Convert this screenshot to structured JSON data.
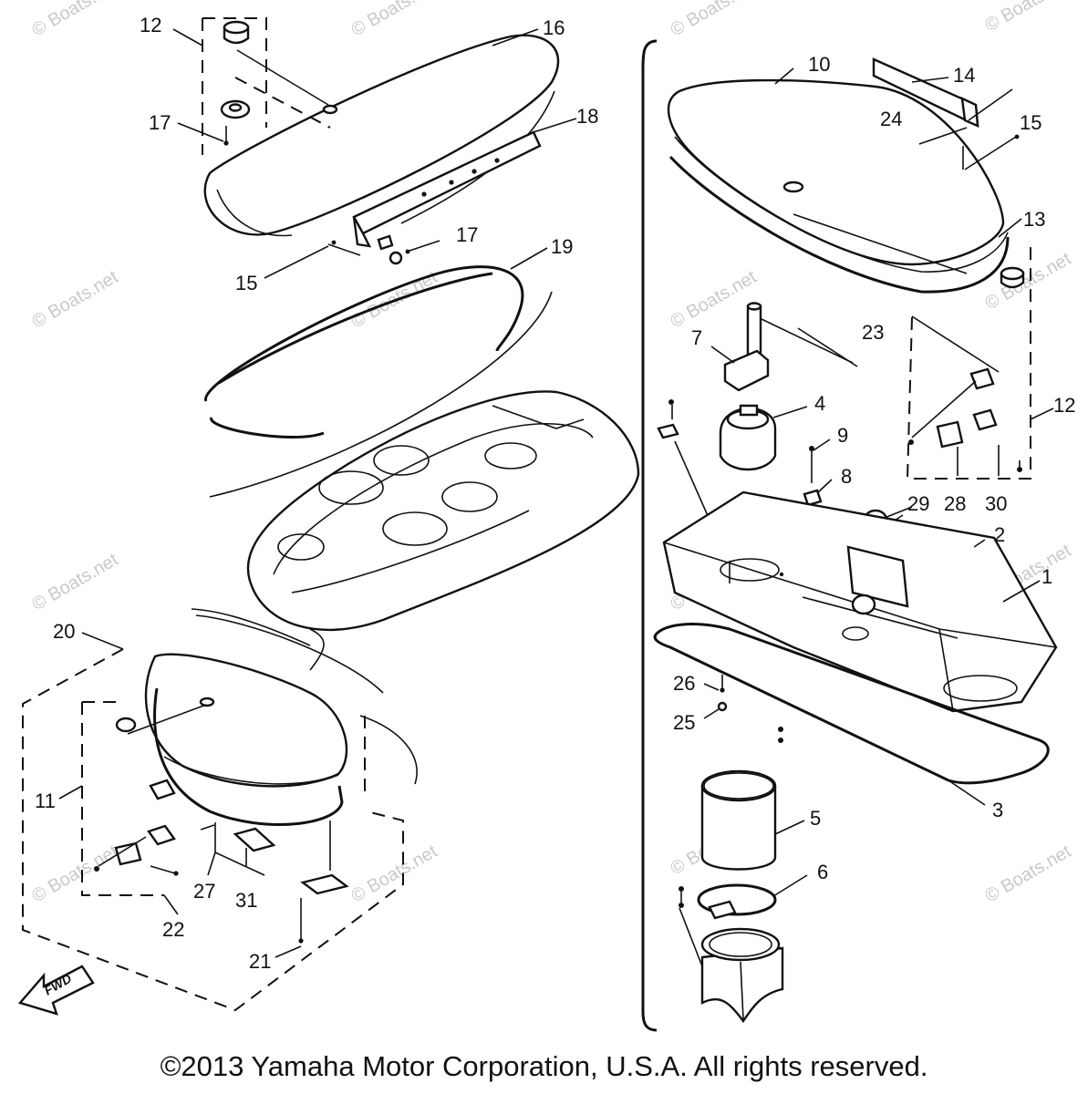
{
  "watermark": "© Boats.net",
  "fwd_label": "FWD",
  "copyright": "©2013 Yamaha Motor Corporation, U.S.A. All rights reserved.",
  "callouts": {
    "c1": "1",
    "c2": "2",
    "c3": "3",
    "c4": "4",
    "c5": "5",
    "c6": "6",
    "c7": "7",
    "c8": "8",
    "c9": "9",
    "c10": "10",
    "c11": "11",
    "c12a": "12",
    "c12b": "12",
    "c13": "13",
    "c14": "14",
    "c15a": "15",
    "c15b": "15",
    "c16": "16",
    "c17a": "17",
    "c17b": "17",
    "c18": "18",
    "c19": "19",
    "c20": "20",
    "c21": "21",
    "c22": "22",
    "c23": "23",
    "c24": "24",
    "c25": "25",
    "c26": "26",
    "c27": "27",
    "c28": "28",
    "c29": "29",
    "c30": "30",
    "c31": "31"
  }
}
